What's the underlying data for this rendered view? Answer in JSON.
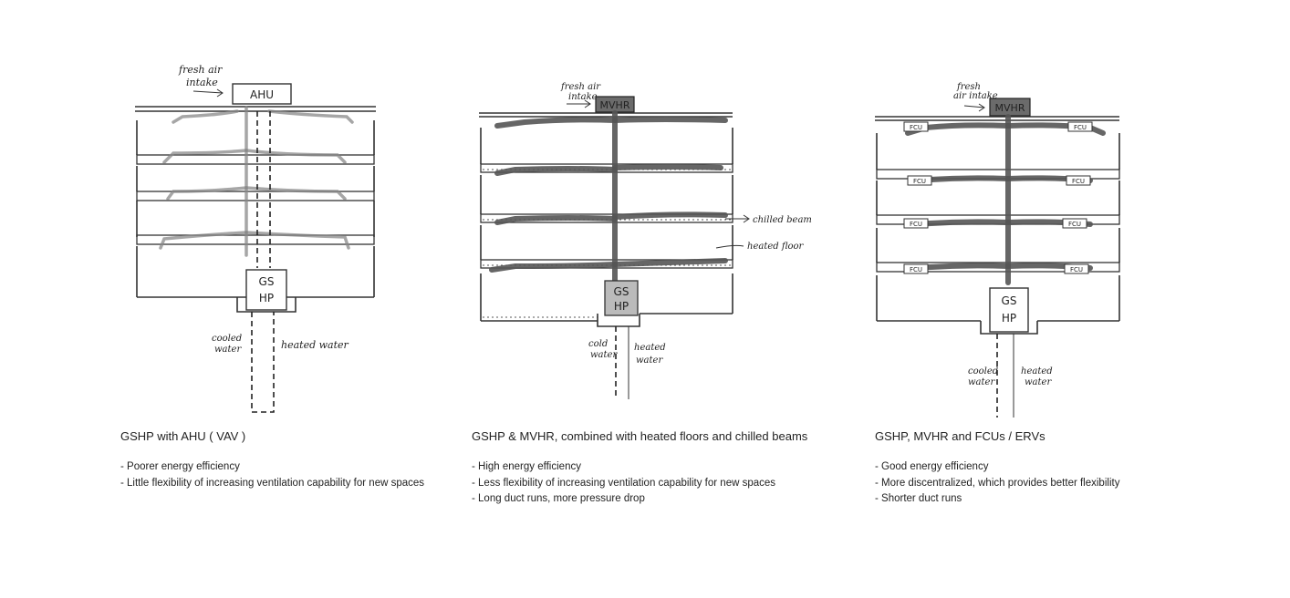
{
  "panels": [
    {
      "unit_label": "AHU",
      "intake_line1": "fresh air",
      "intake_line2": "intake",
      "hp_line1": "GS",
      "hp_line2": "HP",
      "water_left_line1": "cooled",
      "water_left_line2": "water",
      "water_right": "heated water",
      "title": "GSHP with AHU ( VAV )",
      "bullets": [
        "- Poorer energy efficiency",
        "- Little flexibility of increasing ventilation capability for new spaces"
      ]
    },
    {
      "unit_label": "MVHR",
      "intake_line1": "fresh air",
      "intake_line2": "intake",
      "hp_line1": "GS",
      "hp_line2": "HP",
      "water_left_line1": "cold",
      "water_left_line2": "water",
      "water_right_line1": "heated",
      "water_right_line2": "water",
      "callout_1": "chilled beam",
      "callout_2": "heated floor",
      "title": "GSHP & MVHR, combined with heated floors and chilled beams",
      "bullets": [
        "- High energy efficiency",
        "- Less flexibility of increasing ventilation capability for new spaces",
        "- Long duct runs, more pressure drop"
      ]
    },
    {
      "unit_label": "MVHR",
      "intake_line1": "fresh",
      "intake_line2": "air intake",
      "fcu_label": "FCU",
      "hp_line1": "GS",
      "hp_line2": "HP",
      "water_left_line1": "cooled",
      "water_left_line2": "water",
      "water_right_line1": "heated",
      "water_right_line2": "water",
      "title": "GSHP, MVHR and FCUs / ERVs",
      "bullets": [
        "- Good energy efficiency",
        "- More discentralized, which provides better flexibility",
        "- Shorter duct runs"
      ]
    }
  ],
  "colors": {
    "ink": "#222222",
    "duct": "#555555",
    "unit_fill": "#6b6b6b"
  }
}
